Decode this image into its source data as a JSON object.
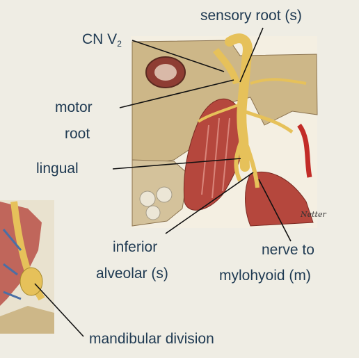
{
  "labels": {
    "sensory_root": "sensory root (s)",
    "cn_v2_main": "CN V",
    "cn_v2_sub": "2",
    "motor_line1": "motor",
    "motor_line2": "root",
    "lingual": "lingual",
    "inferior_line1": "inferior",
    "inferior_line2": "alveolar (s)",
    "mylohyoid_line1": "nerve to",
    "mylohyoid_line2": "mylohyoid (m)",
    "mandibular": "mandibular division"
  },
  "colors": {
    "background": "#efede4",
    "text": "#1f3a52",
    "nerve": "#e6c15a",
    "muscle": "#b5473d",
    "bone": "#cdb788",
    "leader": "#111111"
  }
}
